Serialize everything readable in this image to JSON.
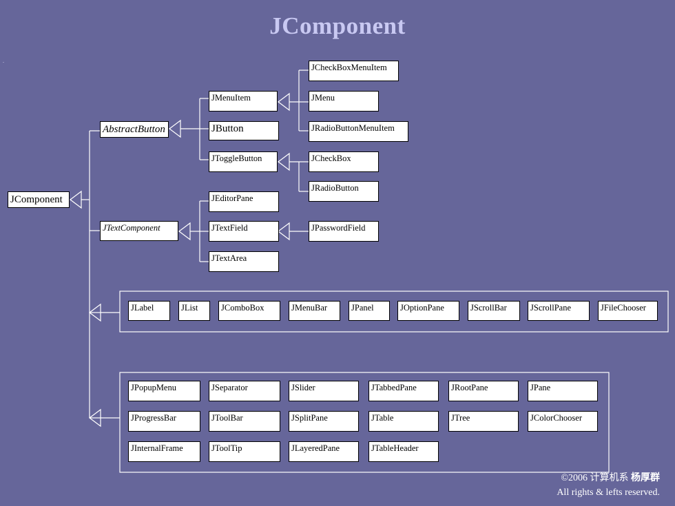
{
  "title": "JComponent",
  "dot_text": ".",
  "footer": {
    "copyright": "©2006 计算机系",
    "author": "杨厚群",
    "rights": "All rights & lefts reserved."
  },
  "nodes": {
    "jcomponent": "JComponent",
    "abstract_button": "AbstractButton",
    "jtext_component": "JTextComponent",
    "jmenu_item": "JMenuItem",
    "jbutton": "JButton",
    "jtoggle_button": "JToggleButton",
    "jcheckbox_menu_item": "JCheckBoxMenuItem",
    "jmenu": "JMenu",
    "jradio_button_menu_item": "JRadioButtonMenuItem",
    "jcheckbox": "JCheckBox",
    "jradio_button": "JRadioButton",
    "jeditor_pane": "JEditorPane",
    "jtext_field": "JTextField",
    "jtext_area": "JTextArea",
    "jpassword_field": "JPasswordField"
  },
  "group1": [
    "JLabel",
    "JList",
    "JComboBox",
    "JMenuBar",
    "JPanel",
    "JOptionPane",
    "JScrollBar",
    "JScrollPane",
    "JFileChooser"
  ],
  "group2": [
    "JPopupMenu",
    "JSeparator",
    "JSlider",
    "JTabbedPane",
    "JRootPane",
    "JPane",
    "JProgressBar",
    "JToolBar",
    "JSplitPane",
    "JTable",
    "JTree",
    "JColorChooser",
    "JInternalFrame",
    "JToolTip",
    "JLayeredPane",
    "JTableHeader"
  ]
}
